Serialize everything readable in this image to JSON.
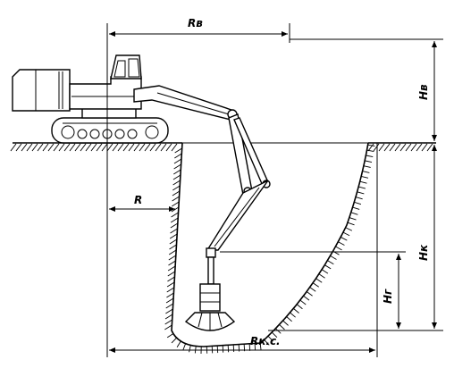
{
  "labels": {
    "r_v": "Rв",
    "h_v": "Hв",
    "r": "R",
    "h_k": "Hк",
    "h_g": "Hг",
    "r_ks": "Rк.с."
  }
}
